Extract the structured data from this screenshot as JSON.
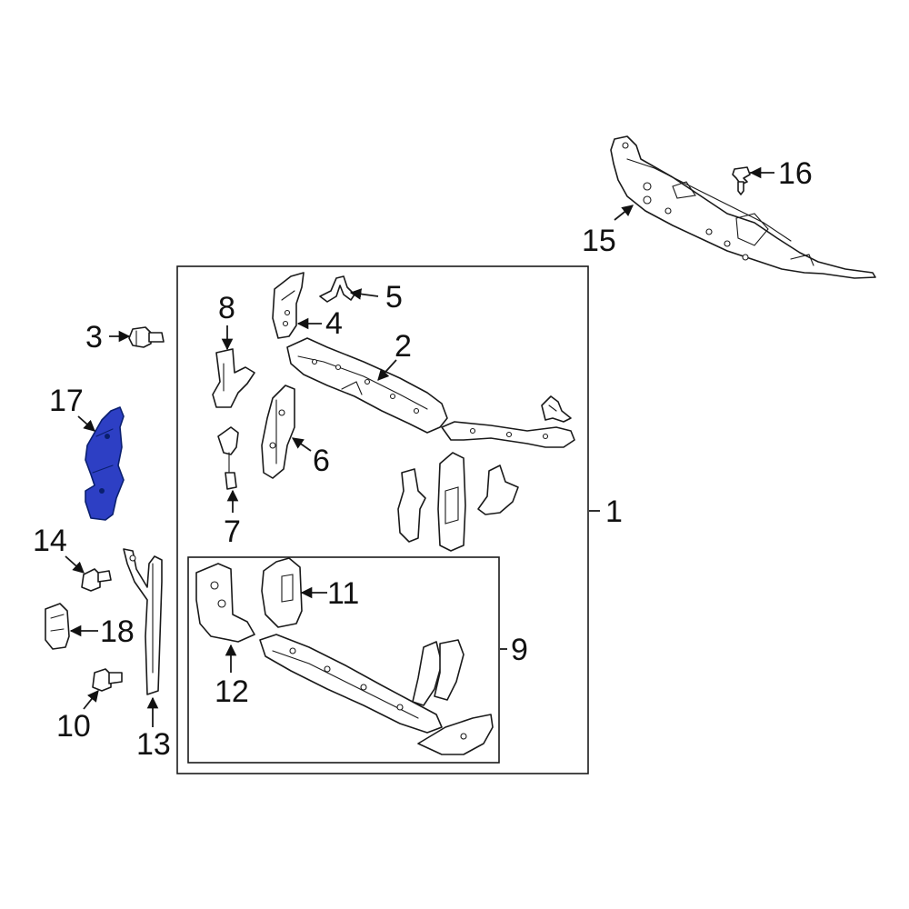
{
  "diagram": {
    "callouts": {
      "c1": "1",
      "c2": "2",
      "c3": "3",
      "c4": "4",
      "c5": "5",
      "c6": "6",
      "c7": "7",
      "c8": "8",
      "c9": "9",
      "c10": "10",
      "c11": "11",
      "c12": "12",
      "c13": "13",
      "c14": "14",
      "c15": "15",
      "c16": "16",
      "c17": "17",
      "c18": "18"
    },
    "highlighted_part": "17",
    "colors": {
      "highlight": "#2d3fc4",
      "line": "#1a1a1a",
      "background": "#ffffff"
    }
  }
}
